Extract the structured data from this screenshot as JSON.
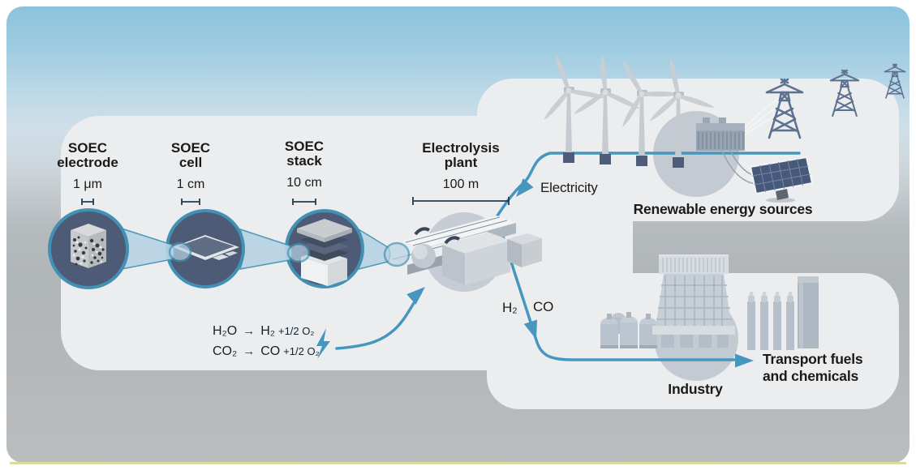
{
  "figure": {
    "description": "Solid oxide electrolysis cell (SOEC) scale-up diagram linking renewable electricity to fuels and chemicals"
  },
  "scale_items": [
    {
      "title1": "SOEC",
      "title2": "electrode",
      "scale": "1 μm"
    },
    {
      "title1": "SOEC",
      "title2": "cell",
      "scale": "1 cm"
    },
    {
      "title1": "SOEC",
      "title2": "stack",
      "scale": "10 cm"
    },
    {
      "title1": "Electrolysis",
      "title2": "plant",
      "scale": "100 m"
    }
  ],
  "equations": [
    {
      "lhs": "H₂O",
      "arrow": "→",
      "rhs": "H₂",
      "extra": "+1/2 O₂"
    },
    {
      "lhs": "CO₂",
      "arrow": "→",
      "rhs": "CO",
      "extra": "+1/2 O₂"
    }
  ],
  "flow_labels": {
    "electricity": "Electricity",
    "h2": "H₂",
    "co": "CO",
    "renewable_title": "Renewable energy sources",
    "industry_title": "Industry",
    "transport_line1": "Transport fuels",
    "transport_line2": "and chemicals"
  },
  "icons": [
    "magnifier-circle-icon",
    "zoom-cone-icon",
    "porous-electrode-icon",
    "cell-plate-icon",
    "stack-icon",
    "electrolysis-plant-icon",
    "wind-turbine-icon",
    "transmission-tower-icon",
    "substation-icon",
    "solar-panel-icon",
    "factory-icon",
    "storage-tank-icon",
    "chimney-icon",
    "lightning-bolt-icon",
    "flow-arrow-icon",
    "scale-bar-icon"
  ],
  "colors": {
    "flow_blue": "#4796be",
    "ring_teal": "#4291b4",
    "zoom_circle_fill": "#4d5b76",
    "cone_fill": "#b7d4e4",
    "scalebar_navy": "#203c52",
    "panel_gray": "#ebedee",
    "sky_blue": "#8bc2dc",
    "ground_gray": "#b7babc",
    "illustration_gray": "#c4cad2"
  }
}
